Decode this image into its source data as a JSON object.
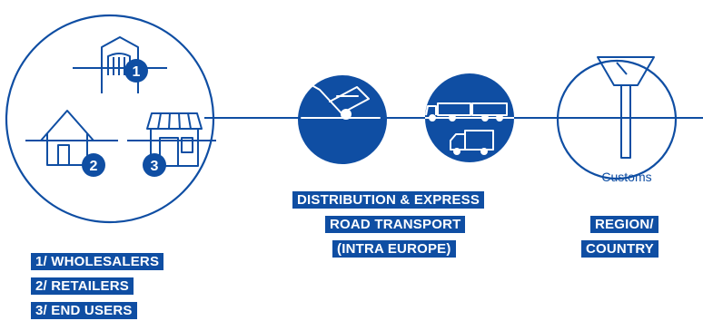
{
  "colors": {
    "brand": "#0f4ea3",
    "background": "#ffffff"
  },
  "icons": [
    "warehouse-icon",
    "house-icon",
    "shop-icon",
    "hand-truck-icon",
    "truck-trailer-icon",
    "van-icon",
    "funnel-icon"
  ],
  "markers": {
    "m1": "1",
    "m2": "2",
    "m3": "3"
  },
  "customs": {
    "label": "Customs"
  },
  "customers": {
    "lines": [
      "1/ WHOLESALERS",
      "2/ RETAILERS",
      "3/ END USERS"
    ]
  },
  "transport": {
    "lines": [
      "DISTRIBUTION & EXPRESS",
      "ROAD TRANSPORT",
      "(INTRA EUROPE)"
    ]
  },
  "region": {
    "lines": [
      "REGION/",
      "COUNTRY"
    ]
  }
}
